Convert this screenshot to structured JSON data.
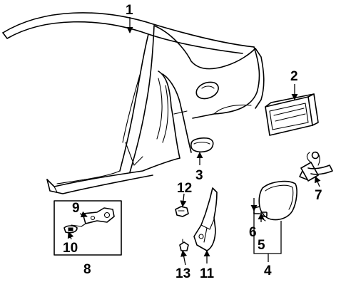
{
  "callouts": {
    "c1": "1",
    "c2": "2",
    "c3": "3",
    "c4": "4",
    "c5": "5",
    "c6": "6",
    "c7": "7",
    "c8": "8",
    "c9": "9",
    "c10": "10",
    "c11": "11",
    "c12": "12",
    "c13": "13"
  },
  "colors": {
    "ink": "#000000",
    "background": "#ffffff"
  }
}
